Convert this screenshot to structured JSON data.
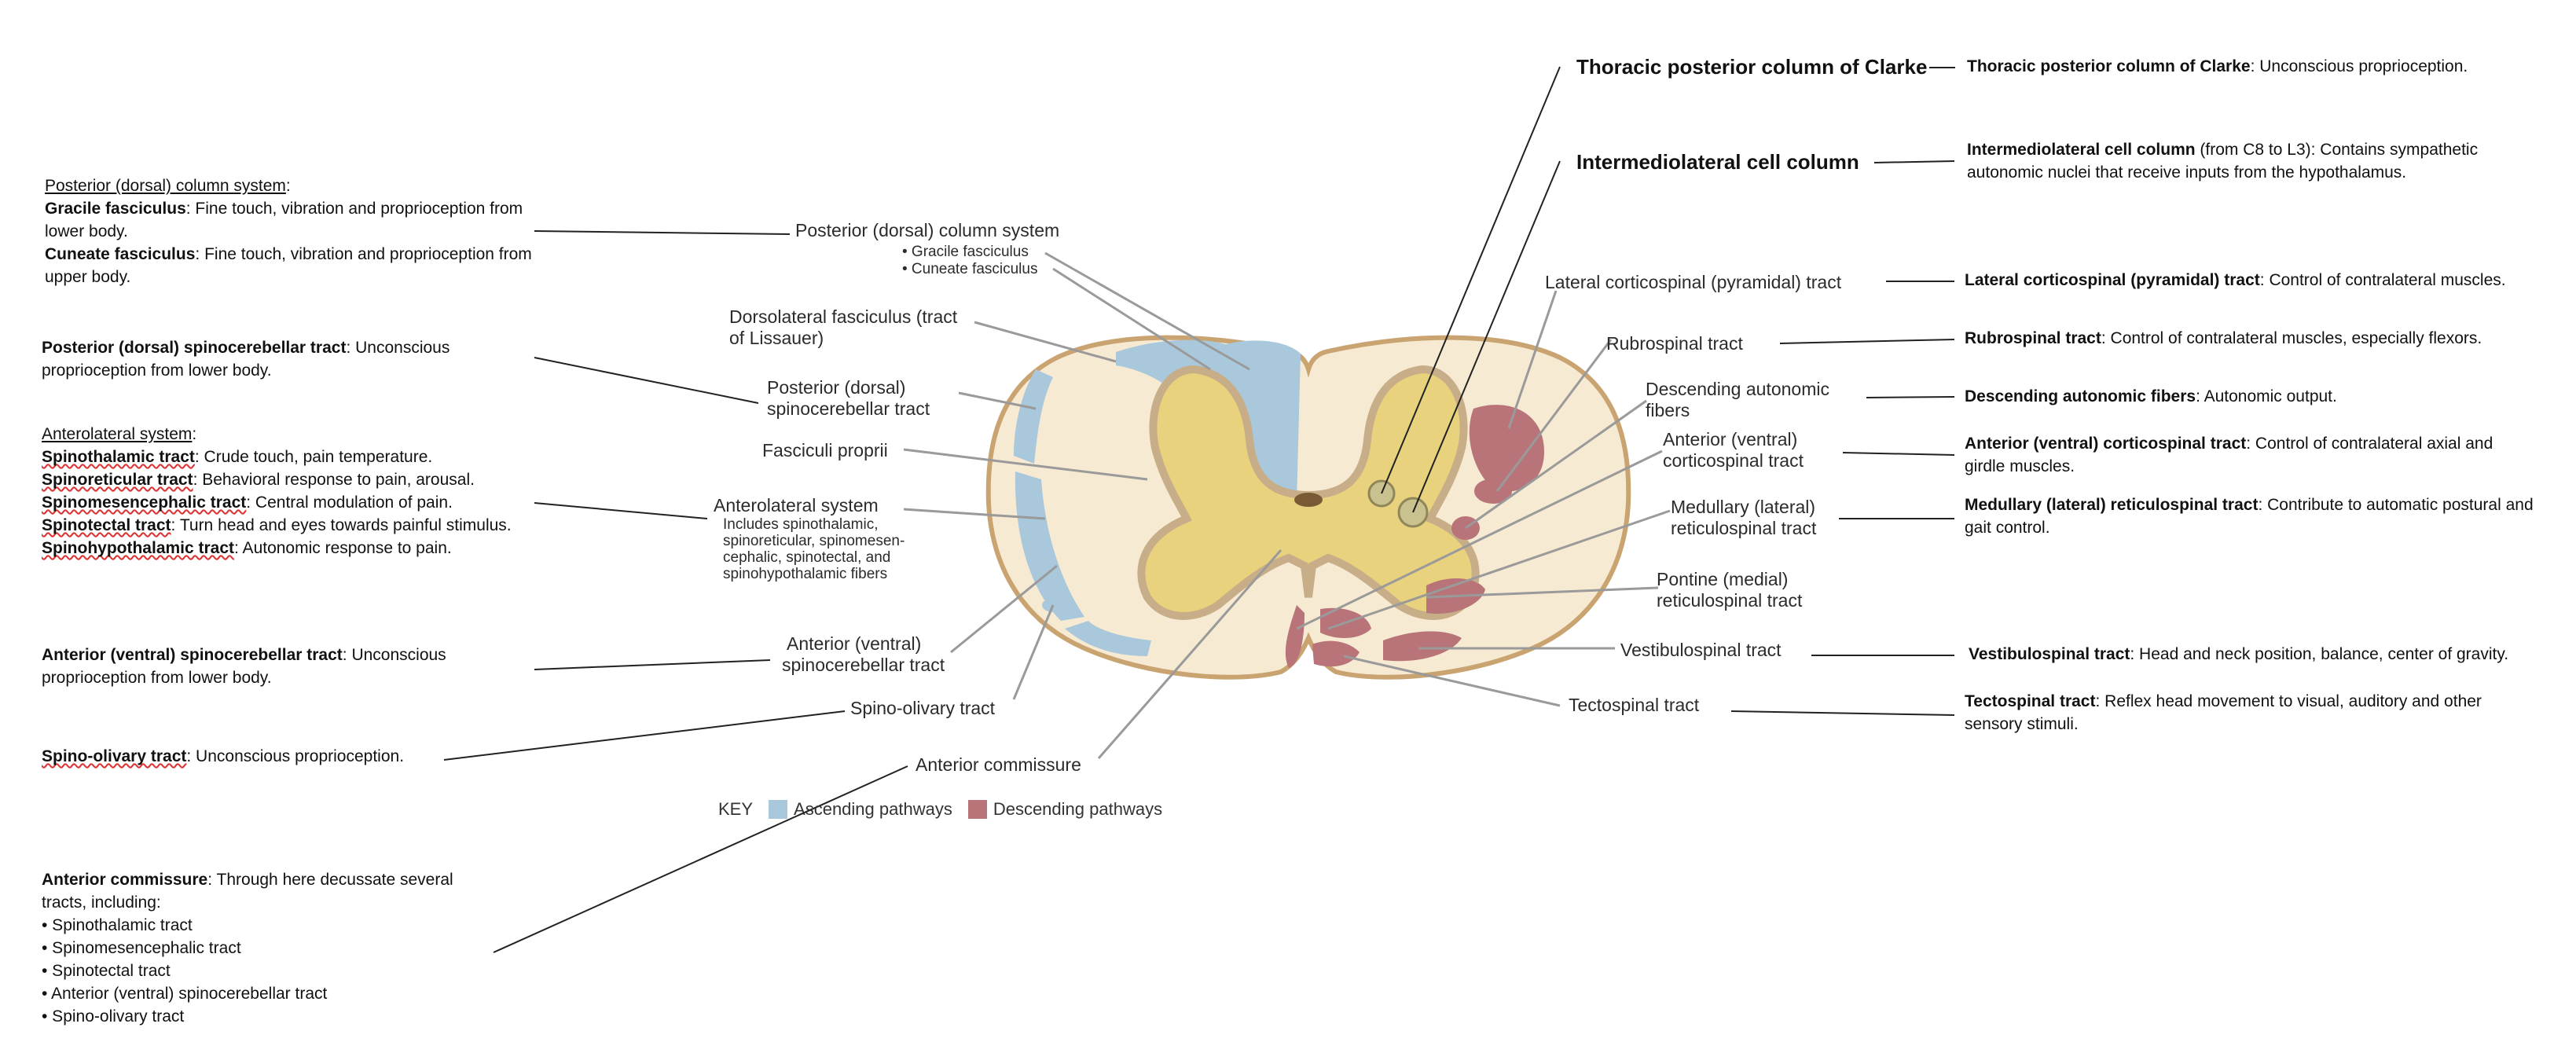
{
  "left_notes": {
    "posterior_column": {
      "heading": "Posterior (dorsal) column system",
      "gracile_name": "Gracile fasciculus",
      "gracile_desc": ": Fine touch, vibration and proprioception from lower body.",
      "cuneate_name": "Cuneate fasciculus",
      "cuneate_desc": ": Fine touch, vibration and proprioception from upper body."
    },
    "post_spinocerebellar": {
      "name": "Posterior (dorsal) spinocerebellar tract",
      "desc": ": Unconscious proprioception from lower body."
    },
    "anterolateral": {
      "heading": "Anterolateral system",
      "items": [
        {
          "name": "Spinothalamic tract",
          "desc": ": Crude touch, pain temperature."
        },
        {
          "name": "Spinoreticular tract",
          "desc": ": Behavioral response to pain, arousal."
        },
        {
          "name": "Spinomesencephalic tract",
          "desc": ": Central modulation of pain."
        },
        {
          "name": "Spinotectal tract",
          "desc": ": Turn head and eyes towards painful stimulus."
        },
        {
          "name": "Spinohypothalamic tract",
          "desc": ": Autonomic response to pain."
        }
      ]
    },
    "ant_spinocerebellar": {
      "name": "Anterior (ventral) spinocerebellar tract",
      "desc": ": Unconscious proprioception from lower body."
    },
    "spino_olivary": {
      "name": "Spino-olivary tract",
      "desc": ": Unconscious proprioception."
    },
    "anterior_commissure": {
      "name": "Anterior commissure",
      "desc": ": Through here decussate several tracts, including:",
      "items": [
        "• Spinothalamic tract",
        "• Spinomesencephalic tract",
        "• Spinotectal tract",
        "• Anterior (ventral) spinocerebellar tract",
        "• Spino-olivary tract"
      ]
    }
  },
  "right_notes": {
    "clarke": {
      "name": "Thoracic posterior column of Clarke",
      "desc": ": Unconscious proprioception."
    },
    "intermediolateral": {
      "name": "Intermediolateral cell column",
      "desc": " (from C8 to L3): Contains sympathetic autonomic nuclei that receive inputs from the hypothalamus."
    },
    "lat_corticospinal": {
      "name": "Lateral corticospinal (pyramidal) tract",
      "desc": ": Control of contralateral muscles."
    },
    "rubrospinal": {
      "name": "Rubrospinal tract",
      "desc": ": Control of contralateral muscles, especially flexors."
    },
    "desc_autonomic": {
      "name": "Descending autonomic fibers",
      "desc": ": Autonomic output."
    },
    "ant_corticospinal": {
      "name": "Anterior (ventral) corticospinal tract",
      "desc": ": Control of contralateral axial and girdle muscles."
    },
    "medullary": {
      "name": "Medullary (lateral) reticulospinal tract",
      "desc": ": Contribute to automatic postural and gait control."
    },
    "vestibulospinal": {
      "name": "Vestibulospinal tract",
      "desc": ": Head and neck position, balance, center of gravity."
    },
    "tectospinal": {
      "name": "Tectospinal tract",
      "desc": ": Reflex head movement to visual, auditory and other sensory stimuli."
    }
  },
  "diagram_labels": {
    "posterior_column": "Posterior (dorsal) column system",
    "gracile": "• Gracile fasciculus",
    "cuneate": "• Cuneate fasciculus",
    "dorsolateral_1": "Dorsolateral fasciculus (tract",
    "dorsolateral_2": "of Lissauer)",
    "post_spinocerebellar_1": "Posterior (dorsal)",
    "post_spinocerebellar_2": "spinocerebellar tract",
    "fasciculi_proprii": "Fasciculi proprii",
    "anterolateral": "Anterolateral system",
    "anterolateral_sub": [
      "Includes spinothalamic,",
      "spinoreticular, spinomesen-",
      "cephalic, spinotectal, and",
      "spinohypothalamic fibers"
    ],
    "ant_spinocerebellar_1": "Anterior (ventral)",
    "ant_spinocerebellar_2": "spinocerebellar tract",
    "spino_olivary": "Spino-olivary tract",
    "anterior_commissure": "Anterior commissure",
    "clarke": "Thoracic posterior column of Clarke",
    "intermediolateral": "Intermediolateral cell column",
    "lat_corticospinal": "Lateral corticospinal (pyramidal) tract",
    "rubrospinal": "Rubrospinal tract",
    "desc_autonomic_1": "Descending autonomic",
    "desc_autonomic_2": "fibers",
    "ant_corticospinal_1": "Anterior (ventral)",
    "ant_corticospinal_2": "corticospinal tract",
    "medullary_1": "Medullary (lateral)",
    "medullary_2": "reticulospinal tract",
    "pontine_1": "Pontine (medial)",
    "pontine_2": "reticulospinal tract",
    "vestibulospinal": "Vestibulospinal tract",
    "tectospinal": "Tectospinal tract"
  },
  "key": {
    "title": "KEY",
    "ascending": "Ascending pathways",
    "descending": "Descending pathways"
  },
  "colors": {
    "ascending": "#a9c8dc",
    "descending": "#b87478",
    "gray_matter": "#e9d27e",
    "white_matter": "#f7ead2",
    "outline": "#c9a370"
  }
}
